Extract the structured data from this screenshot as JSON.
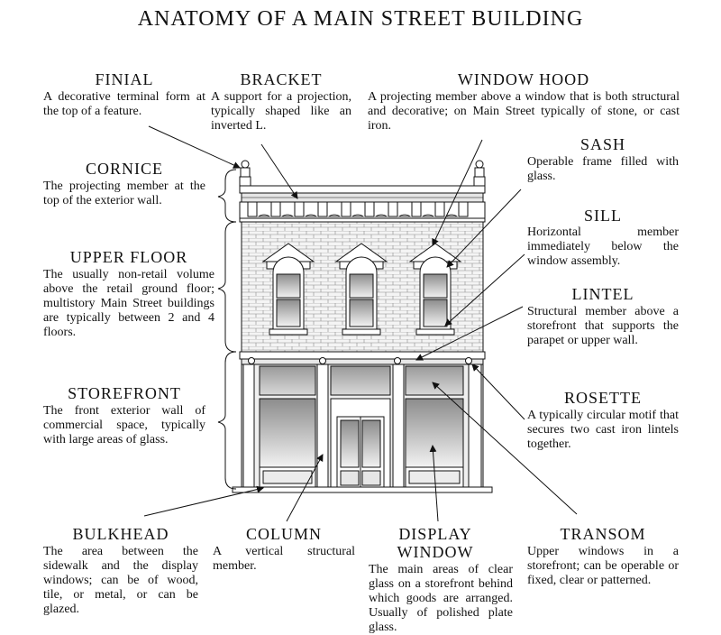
{
  "title": "ANATOMY OF A MAIN STREET BUILDING",
  "labels": {
    "finial": {
      "term": "FINIAL",
      "desc": "A decorative terminal form at the top of a feature."
    },
    "bracket": {
      "term": "BRACKET",
      "desc": "A support for a projection, typically shaped like an inverted L."
    },
    "window_hood": {
      "term": "WINDOW HOOD",
      "desc": "A projecting member above a window that is both structural and decorative; on Main Street typically of stone, or cast iron."
    },
    "cornice": {
      "term": "CORNICE",
      "desc": "The projecting member at the top of the exterior wall."
    },
    "sash": {
      "term": "SASH",
      "desc": "Operable frame filled with glass."
    },
    "sill": {
      "term": "SILL",
      "desc": "Horizontal member immediately below the window assembly."
    },
    "upper_floor": {
      "term": "UPPER FLOOR",
      "desc": "The usually non-retail volume above the retail ground floor; multistory Main Street buildings are typically between 2 and 4 floors."
    },
    "lintel": {
      "term": "LINTEL",
      "desc": "Structural member above a storefront that supports the parapet or upper wall."
    },
    "storefront": {
      "term": "STOREFRONT",
      "desc": "The front exterior wall of commercial space, typically with large areas of glass."
    },
    "rosette": {
      "term": "ROSETTE",
      "desc": "A typically circular motif that secures two cast iron lintels together."
    },
    "bulkhead": {
      "term": "BULKHEAD",
      "desc": "The area between the sidewalk and the display windows; can be of wood, tile, or metal, or can be glazed."
    },
    "column": {
      "term": "COLUMN",
      "desc": "A vertical structural member."
    },
    "display_window": {
      "term": "DISPLAY WINDOW",
      "desc": "The main areas of clear glass on a storefront behind which goods are arranged. Usually of polished plate glass."
    },
    "transom": {
      "term": "TRANSOM",
      "desc": "Upper windows in a storefront; can be operable or fixed, clear or patterned."
    }
  }
}
